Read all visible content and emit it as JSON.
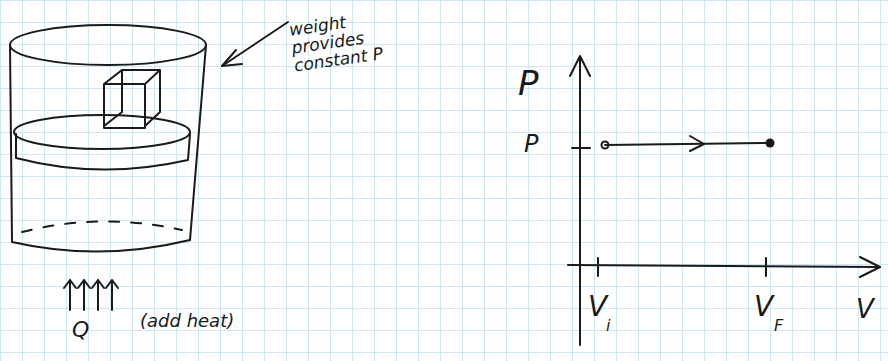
{
  "diagram": {
    "labels": [
      "weight provides constant P",
      "Q",
      "(add heat)",
      "P",
      "P",
      "V",
      "i",
      "V",
      "F",
      "V"
    ]
  }
}
